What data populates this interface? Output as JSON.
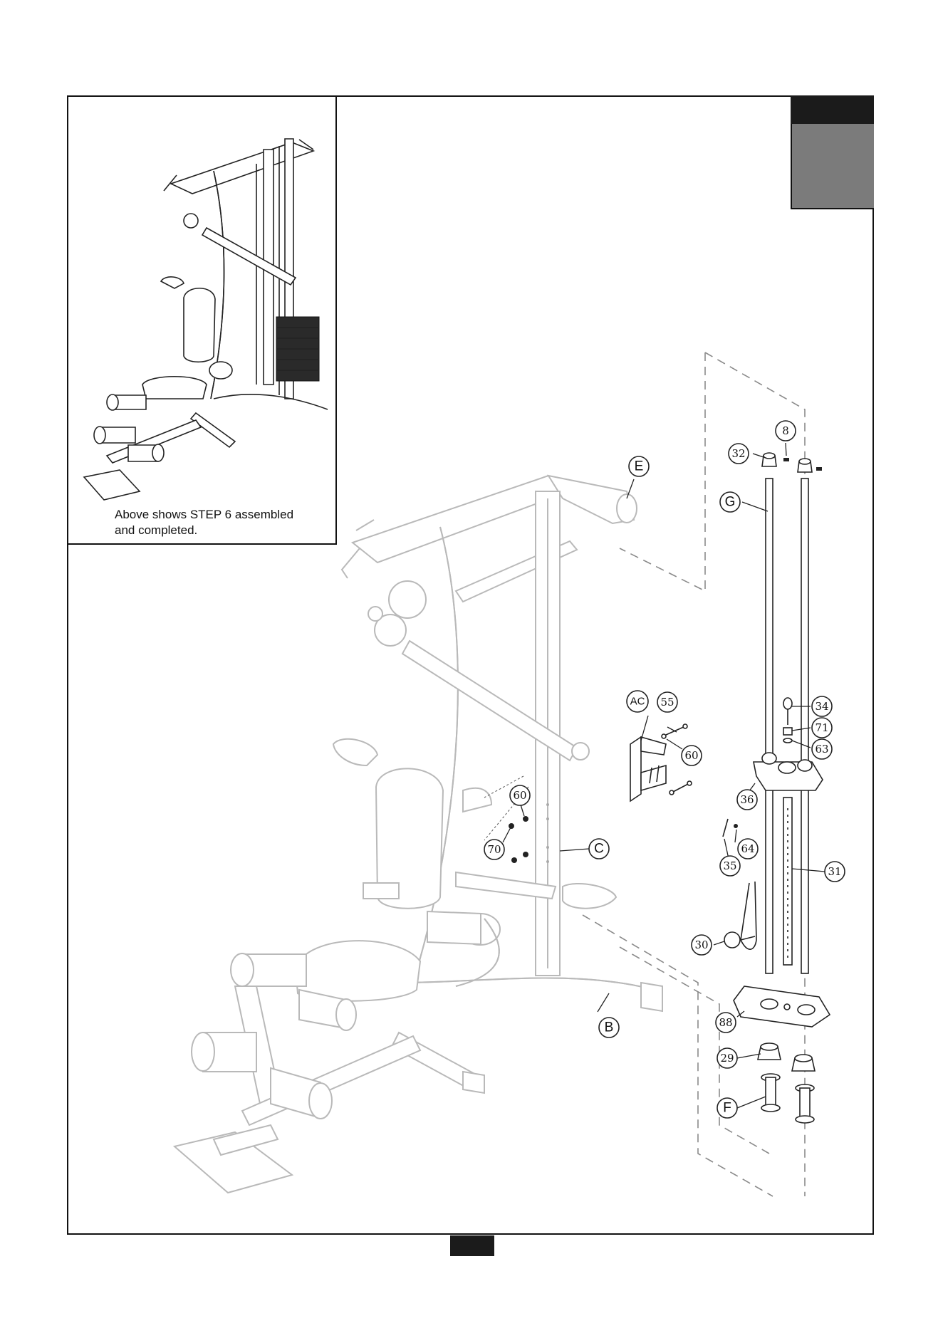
{
  "caption": {
    "line1": "Above shows STEP 6 assembled",
    "line2": "and completed."
  },
  "callouts": {
    "E": "E",
    "G": "G",
    "AC": "AC",
    "C": "C",
    "B": "B",
    "F": "F",
    "p8": "8",
    "p32": "32",
    "p55": "55",
    "p60a": "60",
    "p60b": "60",
    "p70": "70",
    "p34": "34",
    "p71": "71",
    "p63": "63",
    "p36": "36",
    "p64": "64",
    "p35": "35",
    "p31": "31",
    "p30": "30",
    "p88": "88",
    "p29": "29"
  },
  "colors": {
    "tab_black": "#1b1b1b",
    "tab_gray": "#7b7b7b",
    "ghost_line": "#b9b9b9"
  }
}
